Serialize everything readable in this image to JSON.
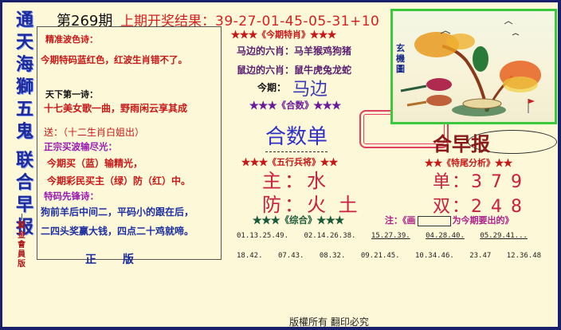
{
  "title_vertical": {
    "part1": [
      "通",
      "天",
      "海",
      "獅",
      "五",
      "鬼"
    ],
    "part2": [
      "联",
      "合",
      "早",
      "报"
    ],
    "subtitle": [
      "黄",
      "金",
      "會",
      "員",
      "版"
    ]
  },
  "header": {
    "issue": "第269期",
    "last_result_label": "上期开奖结果：",
    "last_result_numbers": "39-27-01-45-05-31+10"
  },
  "left_box": {
    "wave_poem_title": "精准波色诗：",
    "wave_poem_text": "今期特码蓝红色，红波生肖错不了。",
    "first_poem_title": "天下第一诗：",
    "first_poem_text": "十七美女歌一曲，野雨闲云享其成",
    "gift_text": "送：（十二生肖白姐出）",
    "buy_wave_title": "正宗买波输尽光：",
    "buy_wave_line1": "今期买（蓝）输精光，",
    "buy_wave_line2": "今期彩民买主（绿）防（红）中。",
    "pioneer_title": "特码先锋诗：",
    "pioneer_line1": "狗前羊后中间二，平码小的跟在后，",
    "pioneer_line2": "二四头奖赢大钱，四点二十鸡就啼。",
    "bottom_fragment": "正 版"
  },
  "special_zodiac": {
    "title": "★★★《今期特肖》★★★",
    "horse_side_label": "马边的六肖：",
    "horse_side_value": "马羊猴鸡狗猪",
    "rat_side_label": "鼠边的六肖：",
    "rat_side_value": "鼠牛虎兔龙蛇",
    "this_issue_label": "今期：",
    "this_issue_value": "马边"
  },
  "combined_number": {
    "title": "★★★《合数》★★★",
    "value": "合数单"
  },
  "five_elements": {
    "title": "★★★《五行兵将》★★",
    "main_label": "主：",
    "main_value": "水",
    "guard_label": "防：",
    "guard_value": "火 土"
  },
  "tail_analysis": {
    "title": "★★《特尾分析》★★",
    "odd_label": "单：",
    "odd_value": "3 7 9",
    "even_label": "双：",
    "even_value": "2 4 8"
  },
  "composite": {
    "title": "★★★《综合》★★★",
    "note_prefix": "注：《画",
    "note_suffix": "为今期要出的》",
    "row1": [
      "01.13.25.49.",
      "02.14.26.38.",
      "15.27.39.",
      "04.28.40.",
      "05.29.41..."
    ],
    "row2": [
      "18.42.",
      "07.43.",
      "08.32.",
      "09.21.45.",
      "10.34.46.",
      "23.47",
      "12.36.48"
    ]
  },
  "picture": {
    "caption": "玄機圖"
  },
  "brand_right": "合早报",
  "footer": "版權所有 翻印必究",
  "colors": {
    "background": "#fdf8d8",
    "frame": "#1a1f6b",
    "title_blue": "#1c2a9c",
    "accent_red": "#c81818",
    "accent_pink": "#c82040",
    "picture_border": "#3cc83c"
  }
}
